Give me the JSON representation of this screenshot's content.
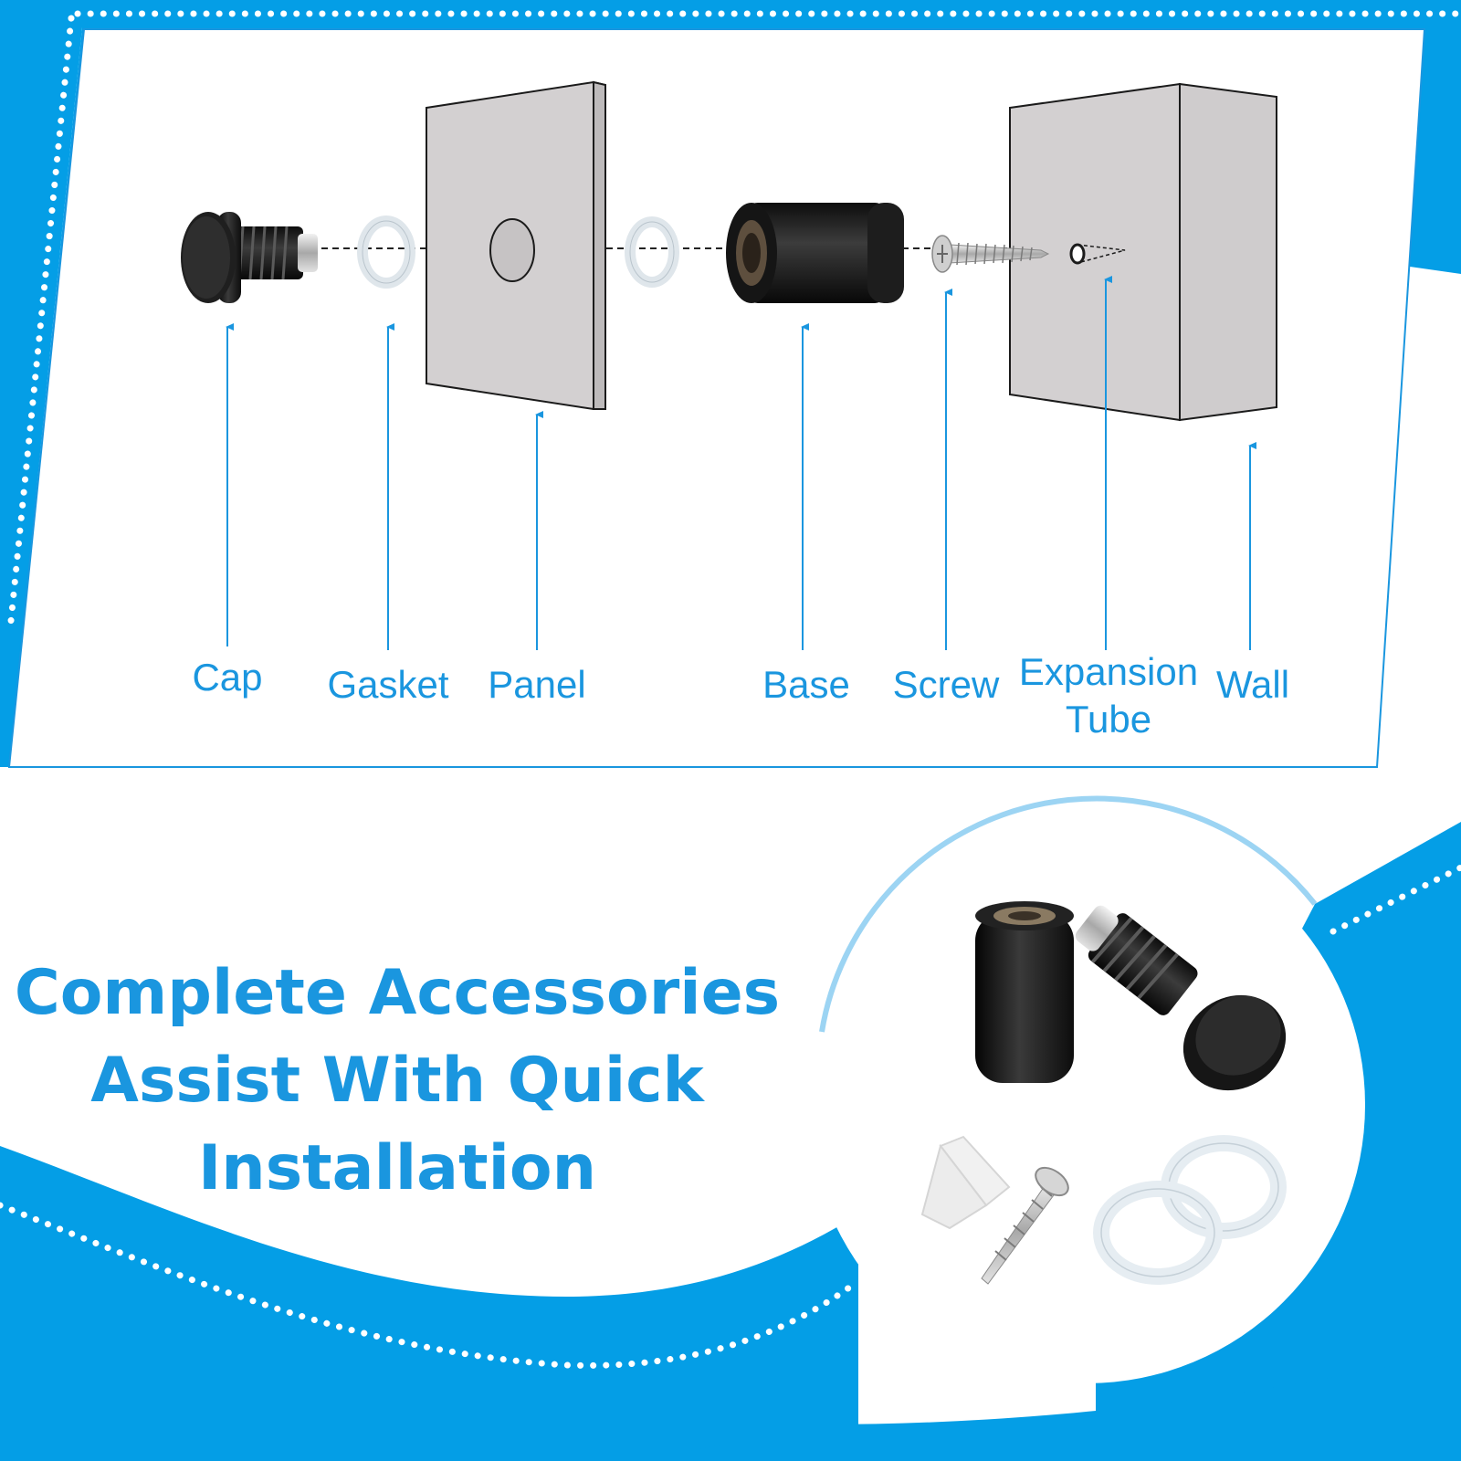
{
  "labels": {
    "cap": "Cap",
    "gasket": "Gasket",
    "panel": "Panel",
    "base": "Base",
    "screw": "Screw",
    "expansion_tube_line1": "Expansion",
    "expansion_tube_line2": "Tube",
    "wall": "Wall"
  },
  "headline": {
    "line1": "Complete Accessories",
    "line2": "Assist With Quick",
    "line3": "Installation"
  },
  "colors": {
    "brand_blue": "#1a96df",
    "panel_gray": "#d3d0d1",
    "hardware_black": "#1b1b1b"
  }
}
